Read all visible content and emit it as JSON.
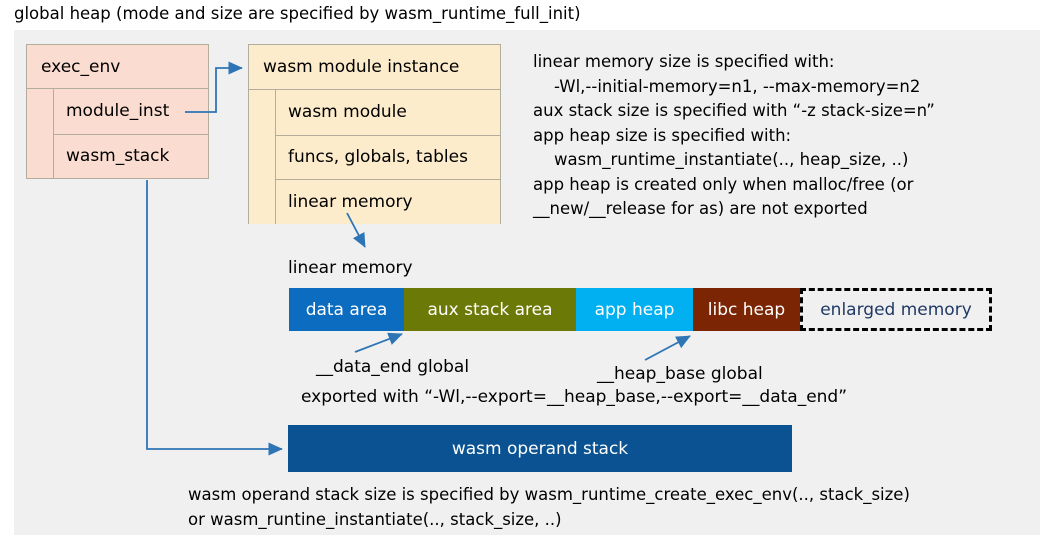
{
  "title": "global heap (mode and size are specified by wasm_runtime_full_init)",
  "colors": {
    "panel_bg": "#f0f0f0",
    "exec_env_fill": "#fadcd0",
    "module_inst_fill": "#fdeccb",
    "box_border": "#b3ad9e",
    "arrow": "#2e75b6",
    "data_area": "#0c6cbf",
    "aux_stack_area": "#6b7a07",
    "app_heap": "#00b0f0",
    "libc_heap": "#7b2504",
    "enlarged_memory_text": "#1f3864",
    "operand_stack": "#0a5291"
  },
  "exec_env": {
    "header": "exec_env",
    "fields": [
      {
        "label": "module_inst"
      },
      {
        "label": "wasm_stack"
      }
    ]
  },
  "wasm_module_instance": {
    "header": "wasm module instance",
    "fields": [
      {
        "label": "wasm module"
      },
      {
        "label": "funcs, globals, tables"
      },
      {
        "label": "linear memory"
      }
    ]
  },
  "notes_right": [
    "linear memory size is specified with:",
    "    -Wl,--initial-memory=n1, --max-memory=n2",
    "aux stack size is specified with “-z stack-size=n”",
    "app heap size is specified with:",
    "    wasm_runtime_instantiate(.., heap_size, ..)",
    "app heap is created only when malloc/free (or",
    "__new/__release for as) are not exported"
  ],
  "linear_memory": {
    "label": "linear memory",
    "segments": [
      {
        "label": "data area",
        "width": 115,
        "color": "#0c6cbf",
        "text_color": "#ffffff",
        "dashed": false
      },
      {
        "label": "aux stack area",
        "width": 172,
        "color": "#6b7a07",
        "text_color": "#ffffff",
        "dashed": false
      },
      {
        "label": "app heap",
        "width": 117,
        "color": "#00b0f0",
        "text_color": "#ffffff",
        "dashed": false
      },
      {
        "label": "libc heap",
        "width": 107,
        "color": "#7b2504",
        "text_color": "#ffffff",
        "dashed": false
      },
      {
        "label": "enlarged memory",
        "width": 192,
        "color": "#f0f0f0",
        "text_color": "#1f3864",
        "dashed": true
      }
    ]
  },
  "annotations": {
    "data_end": "__data_end global",
    "heap_base": "__heap_base global",
    "exported": "exported with “-Wl,--export=__heap_base,--export=__data_end”"
  },
  "operand_stack": {
    "label": "wasm operand stack"
  },
  "notes_bottom": [
    "wasm operand stack size is specified by wasm_runtime_create_exec_env(.., stack_size)",
    "or wasm_runtine_instantiate(.., stack_size, ..)"
  ]
}
